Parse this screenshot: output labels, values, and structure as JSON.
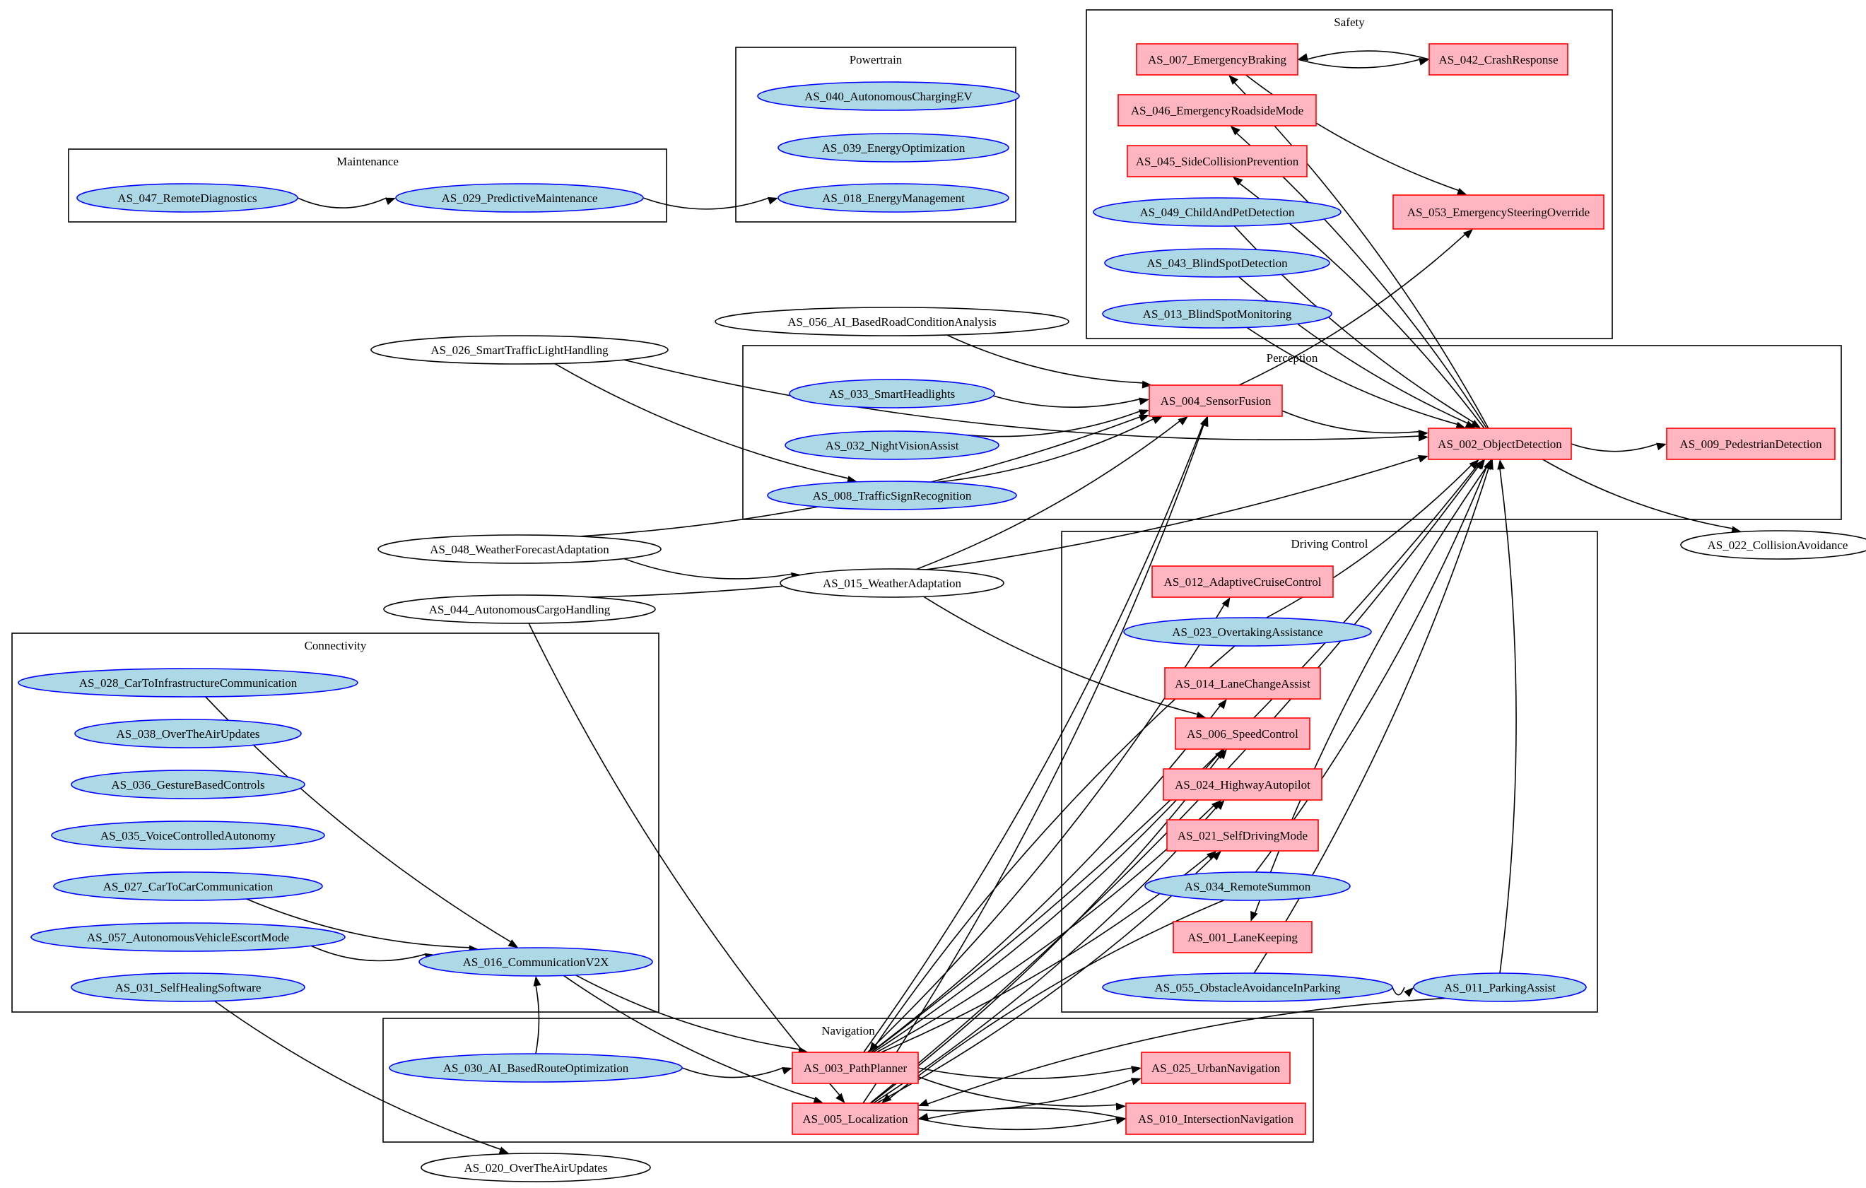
{
  "colors": {
    "module_fill": "#add8e6",
    "module_stroke": "#0000ff",
    "core_fill": "#ffb6c1",
    "core_stroke": "#ff0000",
    "external_fill": "#ffffff",
    "external_stroke": "#000000"
  },
  "clusters": [
    {
      "id": "maintenance",
      "title": "Maintenance"
    },
    {
      "id": "powertrain",
      "title": "Powertrain"
    },
    {
      "id": "safety",
      "title": "Safety"
    },
    {
      "id": "perception",
      "title": "Perception"
    },
    {
      "id": "driving",
      "title": "Driving Control"
    },
    {
      "id": "connectivity",
      "title": "Connectivity"
    },
    {
      "id": "navigation",
      "title": "Navigation"
    }
  ],
  "nodes": [
    {
      "id": "n047",
      "label": "AS_047_RemoteDiagnostics",
      "kind": "module"
    },
    {
      "id": "n029",
      "label": "AS_029_PredictiveMaintenance",
      "kind": "module"
    },
    {
      "id": "n040",
      "label": "AS_040_AutonomousChargingEV",
      "kind": "module"
    },
    {
      "id": "n039",
      "label": "AS_039_EnergyOptimization",
      "kind": "module"
    },
    {
      "id": "n018",
      "label": "AS_018_EnergyManagement",
      "kind": "module"
    },
    {
      "id": "n007",
      "label": "AS_007_EmergencyBraking",
      "kind": "core"
    },
    {
      "id": "n042",
      "label": "AS_042_CrashResponse",
      "kind": "core"
    },
    {
      "id": "n046",
      "label": "AS_046_EmergencyRoadsideMode",
      "kind": "core"
    },
    {
      "id": "n045",
      "label": "AS_045_SideCollisionPrevention",
      "kind": "core"
    },
    {
      "id": "n049",
      "label": "AS_049_ChildAndPetDetection",
      "kind": "module"
    },
    {
      "id": "n053",
      "label": "AS_053_EmergencySteeringOverride",
      "kind": "core"
    },
    {
      "id": "n043",
      "label": "AS_043_BlindSpotDetection",
      "kind": "module"
    },
    {
      "id": "n013",
      "label": "AS_013_BlindSpotMonitoring",
      "kind": "module"
    },
    {
      "id": "n056",
      "label": "AS_056_AI_BasedRoadConditionAnalysis",
      "kind": "external"
    },
    {
      "id": "n026",
      "label": "AS_026_SmartTrafficLightHandling",
      "kind": "external"
    },
    {
      "id": "n033",
      "label": "AS_033_SmartHeadlights",
      "kind": "module"
    },
    {
      "id": "n004",
      "label": "AS_004_SensorFusion",
      "kind": "core"
    },
    {
      "id": "n032",
      "label": "AS_032_NightVisionAssist",
      "kind": "module"
    },
    {
      "id": "n002",
      "label": "AS_002_ObjectDetection",
      "kind": "core"
    },
    {
      "id": "n009",
      "label": "AS_009_PedestrianDetection",
      "kind": "core"
    },
    {
      "id": "n008",
      "label": "AS_008_TrafficSignRecognition",
      "kind": "module"
    },
    {
      "id": "n022",
      "label": "AS_022_CollisionAvoidance",
      "kind": "external"
    },
    {
      "id": "n048",
      "label": "AS_048_WeatherForecastAdaptation",
      "kind": "external"
    },
    {
      "id": "n015",
      "label": "AS_015_WeatherAdaptation",
      "kind": "external"
    },
    {
      "id": "n044",
      "label": "AS_044_AutonomousCargoHandling",
      "kind": "external"
    },
    {
      "id": "n012",
      "label": "AS_012_AdaptiveCruiseControl",
      "kind": "core"
    },
    {
      "id": "n023",
      "label": "AS_023_OvertakingAssistance",
      "kind": "module"
    },
    {
      "id": "n014",
      "label": "AS_014_LaneChangeAssist",
      "kind": "core"
    },
    {
      "id": "n006",
      "label": "AS_006_SpeedControl",
      "kind": "core"
    },
    {
      "id": "n024",
      "label": "AS_024_HighwayAutopilot",
      "kind": "core"
    },
    {
      "id": "n021",
      "label": "AS_021_SelfDrivingMode",
      "kind": "core"
    },
    {
      "id": "n034",
      "label": "AS_034_RemoteSummon",
      "kind": "module"
    },
    {
      "id": "n001",
      "label": "AS_001_LaneKeeping",
      "kind": "core"
    },
    {
      "id": "n055",
      "label": "AS_055_ObstacleAvoidanceInParking",
      "kind": "module"
    },
    {
      "id": "n011",
      "label": "AS_011_ParkingAssist",
      "kind": "module"
    },
    {
      "id": "n028",
      "label": "AS_028_CarToInfrastructureCommunication",
      "kind": "module"
    },
    {
      "id": "n038",
      "label": "AS_038_OverTheAirUpdates",
      "kind": "module"
    },
    {
      "id": "n036",
      "label": "AS_036_GestureBasedControls",
      "kind": "module"
    },
    {
      "id": "n035",
      "label": "AS_035_VoiceControlledAutonomy",
      "kind": "module"
    },
    {
      "id": "n027",
      "label": "AS_027_CarToCarCommunication",
      "kind": "module"
    },
    {
      "id": "n057",
      "label": "AS_057_AutonomousVehicleEscortMode",
      "kind": "module"
    },
    {
      "id": "n016",
      "label": "AS_016_CommunicationV2X",
      "kind": "module"
    },
    {
      "id": "n031",
      "label": "AS_031_SelfHealingSoftware",
      "kind": "module"
    },
    {
      "id": "n030",
      "label": "AS_030_AI_BasedRouteOptimization",
      "kind": "module"
    },
    {
      "id": "n003",
      "label": "AS_003_PathPlanner",
      "kind": "core"
    },
    {
      "id": "n025",
      "label": "AS_025_UrbanNavigation",
      "kind": "core"
    },
    {
      "id": "n005",
      "label": "AS_005_Localization",
      "kind": "core"
    },
    {
      "id": "n010",
      "label": "AS_010_IntersectionNavigation",
      "kind": "core"
    },
    {
      "id": "n020",
      "label": "AS_020_OverTheAirUpdates",
      "kind": "external"
    }
  ],
  "edges": [
    [
      "n047",
      "n029"
    ],
    [
      "n029",
      "n018"
    ],
    [
      "n007",
      "n042"
    ],
    [
      "n042",
      "n007"
    ],
    [
      "n007",
      "n053"
    ],
    [
      "n002",
      "n007"
    ],
    [
      "n002",
      "n046"
    ],
    [
      "n002",
      "n045"
    ],
    [
      "n049",
      "n002"
    ],
    [
      "n043",
      "n002"
    ],
    [
      "n013",
      "n002"
    ],
    [
      "n056",
      "n004"
    ],
    [
      "n026",
      "n002"
    ],
    [
      "n026",
      "n008"
    ],
    [
      "n033",
      "n004"
    ],
    [
      "n032",
      "n004"
    ],
    [
      "n008",
      "n004"
    ],
    [
      "n004",
      "n002"
    ],
    [
      "n004",
      "n053"
    ],
    [
      "n002",
      "n009"
    ],
    [
      "n002",
      "n022"
    ],
    [
      "n048",
      "n015"
    ],
    [
      "n048",
      "n004"
    ],
    [
      "n015",
      "n004"
    ],
    [
      "n015",
      "n006"
    ],
    [
      "n044",
      "n002"
    ],
    [
      "n044",
      "n005"
    ],
    [
      "n023",
      "n002"
    ],
    [
      "n034",
      "n002"
    ],
    [
      "n055",
      "n002"
    ],
    [
      "n002",
      "n001"
    ],
    [
      "n055",
      "n011"
    ],
    [
      "n011",
      "n002"
    ],
    [
      "n011",
      "n005"
    ],
    [
      "n028",
      "n016"
    ],
    [
      "n027",
      "n016"
    ],
    [
      "n057",
      "n016"
    ],
    [
      "n030",
      "n016"
    ],
    [
      "n030",
      "n003"
    ],
    [
      "n016",
      "n003"
    ],
    [
      "n016",
      "n005"
    ],
    [
      "n031",
      "n020"
    ],
    [
      "n003",
      "n025"
    ],
    [
      "n003",
      "n010"
    ],
    [
      "n005",
      "n025"
    ],
    [
      "n005",
      "n010"
    ],
    [
      "n010",
      "n005"
    ],
    [
      "n003",
      "n004"
    ],
    [
      "n003",
      "n002"
    ],
    [
      "n003",
      "n012"
    ],
    [
      "n003",
      "n014"
    ],
    [
      "n003",
      "n006"
    ],
    [
      "n003",
      "n024"
    ],
    [
      "n003",
      "n021"
    ],
    [
      "n023",
      "n003"
    ],
    [
      "n005",
      "n004"
    ],
    [
      "n005",
      "n002"
    ],
    [
      "n005",
      "n006"
    ],
    [
      "n005",
      "n024"
    ],
    [
      "n005",
      "n021"
    ],
    [
      "n034",
      "n005"
    ]
  ]
}
